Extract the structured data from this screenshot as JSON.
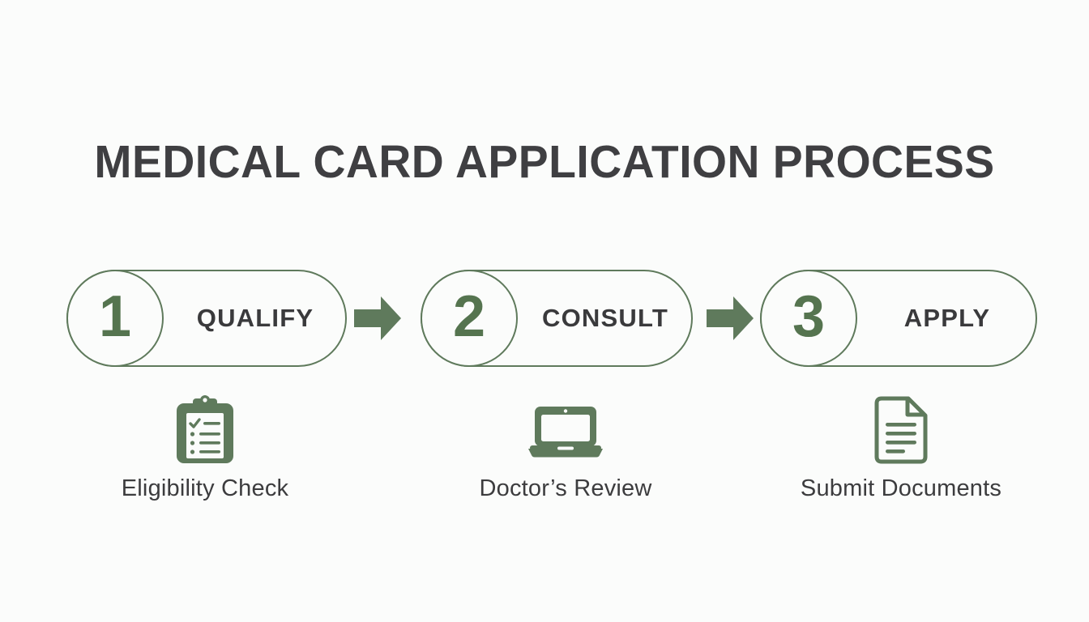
{
  "page": {
    "title": "MEDICAL CARD APPLICATION PROCESS",
    "background_color": "#fbfcfb",
    "accent_green": "#5f7a5c",
    "number_green": "#55744f",
    "text_dark": "#3f3f42"
  },
  "steps": [
    {
      "number": "1",
      "label": "QUALIFY",
      "icon": "clipboard-checklist-icon",
      "caption": "Eligibility Check"
    },
    {
      "number": "2",
      "label": "CONSULT",
      "icon": "laptop-icon",
      "caption": "Doctor’s Review"
    },
    {
      "number": "3",
      "label": "APPLY",
      "icon": "document-icon",
      "caption": "Submit Documents"
    }
  ],
  "connectors": [
    {
      "name": "arrow-right-icon"
    },
    {
      "name": "arrow-right-icon"
    }
  ]
}
